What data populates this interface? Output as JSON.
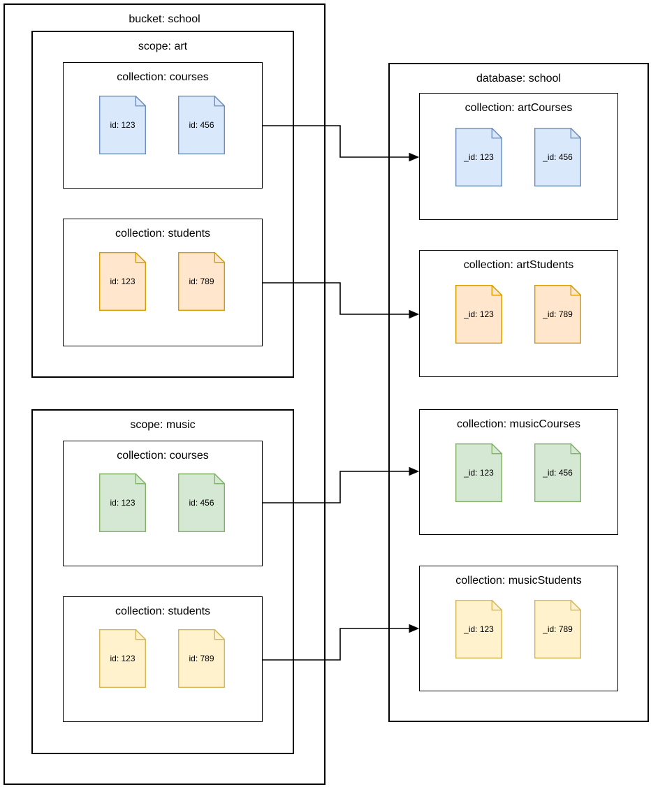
{
  "diagram": {
    "source": {
      "title": "bucket: school",
      "scopes": [
        {
          "title": "scope: art",
          "collections": [
            {
              "title": "collection: courses",
              "color": "blue",
              "docs": [
                "id: 123",
                "id: 456"
              ]
            },
            {
              "title": "collection: students",
              "color": "orange",
              "docs": [
                "id: 123",
                "id: 789"
              ]
            }
          ]
        },
        {
          "title": "scope: music",
          "collections": [
            {
              "title": "collection: courses",
              "color": "green",
              "docs": [
                "id: 123",
                "id: 456"
              ]
            },
            {
              "title": "collection: students",
              "color": "yellow",
              "docs": [
                "id: 123",
                "id: 789"
              ]
            }
          ]
        }
      ]
    },
    "target": {
      "title": "database: school",
      "collections": [
        {
          "title": "collection: artCourses",
          "color": "blue",
          "docs": [
            "_id: 123",
            "_id: 456"
          ]
        },
        {
          "title": "collection: artStudents",
          "color": "orange",
          "docs": [
            "_id: 123",
            "_id: 789"
          ]
        },
        {
          "title": "collection: musicCourses",
          "color": "green",
          "docs": [
            "_id: 123",
            "_id: 456"
          ]
        },
        {
          "title": "collection: musicStudents",
          "color": "yellow",
          "docs": [
            "_id: 123",
            "_id: 789"
          ]
        }
      ]
    },
    "arrows": [
      {
        "from": "scope art / collection courses",
        "to": "collection artCourses"
      },
      {
        "from": "scope art / collection students",
        "to": "collection artStudents"
      },
      {
        "from": "scope music / collection courses",
        "to": "collection musicCourses"
      },
      {
        "from": "scope music / collection students",
        "to": "collection musicStudents"
      }
    ],
    "colors": {
      "blue": {
        "fill": "#dae8fc",
        "stroke": "#6c8ebf"
      },
      "orange": {
        "fill": "#ffe6cc",
        "stroke": "#d79b00"
      },
      "green": {
        "fill": "#d5e8d4",
        "stroke": "#82b366"
      },
      "yellow": {
        "fill": "#fff2cc",
        "stroke": "#d6b656"
      },
      "line": {
        "stroke": "#000000"
      }
    }
  }
}
